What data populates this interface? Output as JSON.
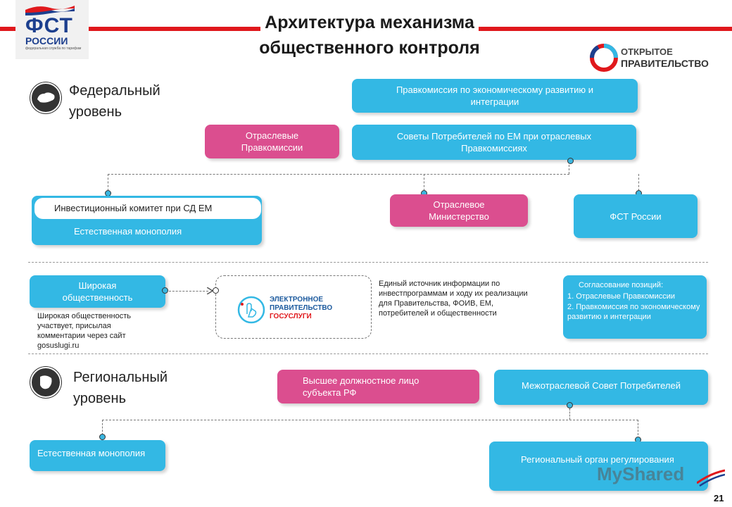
{
  "logo": {
    "main": "ФСТ",
    "sub": "РОССИИ",
    "tiny": "федеральная служба по тарифам"
  },
  "title": {
    "line1": "Архитектура механизма",
    "line2": "общественного контроля"
  },
  "open_gov": {
    "line1": "ОТКРЫТОЕ",
    "line2": "ПРАВИТЕЛЬСТВО"
  },
  "federal": {
    "label_line1": "Федеральный",
    "label_line2": "уровень",
    "pravkom": "Правкомиссия по экономическому развитию и интеграции",
    "otrasl_pravkom": "Отраслевые Правкомиссии",
    "sovety": "Советы Потребителей по ЕМ при отраслевых Правкомиссиях",
    "invest": "Инвестиционный комитет при СД ЕМ",
    "monopoly": "Естественная монополия",
    "ministry": "Отраслевое Министерство",
    "fst": "ФСТ России"
  },
  "middle": {
    "public": "Широкая общественность",
    "public_note": "Широкая общественность участвует, присылая комментарии через сайт gosuslugi.ru",
    "egov_line1": "ЭЛЕКТРОННОЕ",
    "egov_line2": "ПРАВИТЕЛЬСТВО",
    "egov_line3": "ГОСУСЛУГИ",
    "info": "Единый источник информации по инвестпрограммам и ходу их реализации для Правительства, ФОИВ, ЕМ, потребителей и общественности",
    "agree_title": "Согласование позиций:",
    "agree_1": "1. Отраслевые Правкомиссии",
    "agree_2": "2. Правкомиссия по экономическому развитию и интеграции"
  },
  "regional": {
    "label_line1": "Региональный",
    "label_line2": "уровень",
    "official": "Высшее должностное лицо субъекта РФ",
    "council": "Межотраслевой Совет Потребителей",
    "monopoly": "Естественная монополия",
    "regulator": "Региональный орган регулирования"
  },
  "watermark": "MyShared",
  "page_number": "21",
  "colors": {
    "blue": "#33b8e4",
    "pink": "#db4e8f",
    "red": "#e0181c",
    "logo_blue": "#1c3f8e"
  }
}
